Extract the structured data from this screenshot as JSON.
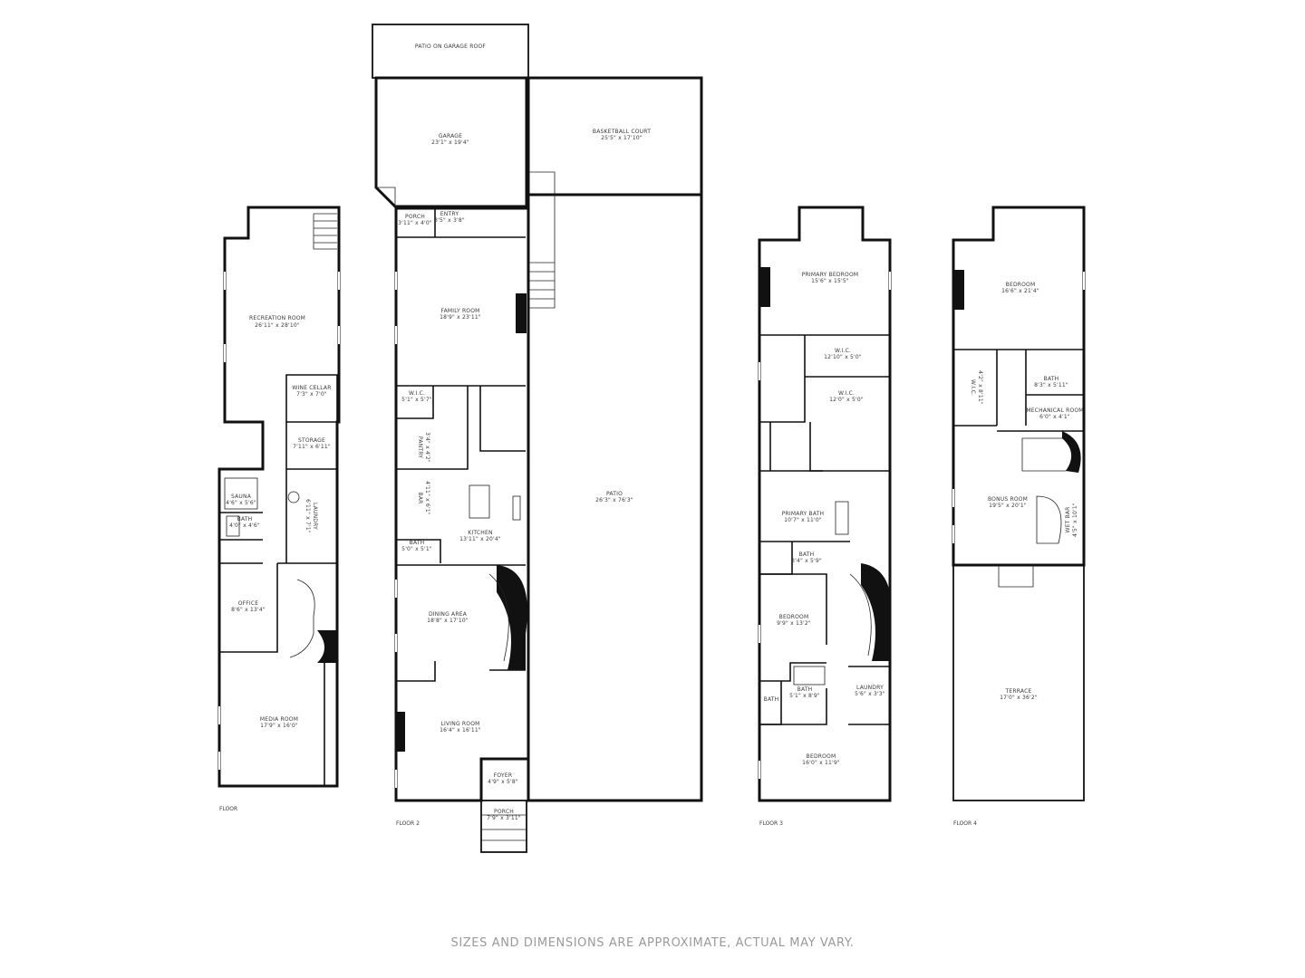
{
  "floors": [
    {
      "label": "FLOOR",
      "rooms": [
        {
          "name": "RECREATION ROOM",
          "dims": "26'11\" x 28'10\""
        },
        {
          "name": "WINE CELLAR",
          "dims": "7'3\" x 7'0\""
        },
        {
          "name": "STORAGE",
          "dims": "7'11\" x 6'11\""
        },
        {
          "name": "SAUNA",
          "dims": "4'6\" x 5'6\""
        },
        {
          "name": "BATH",
          "dims": "4'0\" x 4'6\""
        },
        {
          "name": "LAUNDRY",
          "dims": "6'11\" x 7'1\""
        },
        {
          "name": "OFFICE",
          "dims": "8'6\" x 13'4\""
        },
        {
          "name": "MEDIA ROOM",
          "dims": "17'9\" x 16'0\""
        }
      ]
    },
    {
      "label": "FLOOR 2",
      "rooms": [
        {
          "name": "PATIO ON GARAGE ROOF",
          "dims": ""
        },
        {
          "name": "GARAGE",
          "dims": "23'1\" x 19'4\""
        },
        {
          "name": "BASKETBALL COURT",
          "dims": "25'5\" x 17'10\""
        },
        {
          "name": "PORCH",
          "dims": "3'11\" x 4'0\""
        },
        {
          "name": "ENTRY",
          "dims": "3'5\" x 3'8\""
        },
        {
          "name": "FAMILY ROOM",
          "dims": "18'9\" x 23'11\""
        },
        {
          "name": "W.I.C.",
          "dims": "5'1\" x 5'7\""
        },
        {
          "name": "PANTRY",
          "dims": "3'4\" x 4'2\""
        },
        {
          "name": "KITCHEN",
          "dims": "13'11\" x 20'4\""
        },
        {
          "name": "BAR",
          "dims": "4'11\" x 6'1\""
        },
        {
          "name": "BATH",
          "dims": "5'0\" x 5'1\""
        },
        {
          "name": "PATIO",
          "dims": "26'3\" x 76'3\""
        },
        {
          "name": "DINING AREA",
          "dims": "18'8\" x 17'10\""
        },
        {
          "name": "LIVING ROOM",
          "dims": "16'4\" x 16'11\""
        },
        {
          "name": "FOYER",
          "dims": "4'9\" x 5'8\""
        },
        {
          "name": "PORCH",
          "dims": "7'9\" x 3'11\""
        }
      ]
    },
    {
      "label": "FLOOR 3",
      "rooms": [
        {
          "name": "PRIMARY BEDROOM",
          "dims": "15'6\" x 15'5\""
        },
        {
          "name": "W.I.C.",
          "dims": "12'10\" x 5'0\""
        },
        {
          "name": "W.I.C.",
          "dims": "12'0\" x 5'0\""
        },
        {
          "name": "PRIMARY BATH",
          "dims": "10'7\" x 11'0\""
        },
        {
          "name": "BATH",
          "dims": "3'4\" x 5'9\""
        },
        {
          "name": "BEDROOM",
          "dims": "9'9\" x 13'2\""
        },
        {
          "name": "BATH",
          "dims": "5'1\" x 8'9\""
        },
        {
          "name": "BATH",
          "dims": ""
        },
        {
          "name": "LAUNDRY",
          "dims": "5'6\" x 3'3\""
        },
        {
          "name": "BEDROOM",
          "dims": "16'0\" x 11'9\""
        }
      ]
    },
    {
      "label": "FLOOR 4",
      "rooms": [
        {
          "name": "BEDROOM",
          "dims": "16'6\" x 21'4\""
        },
        {
          "name": "W.I.C.",
          "dims": "4'2\" x 8'11\""
        },
        {
          "name": "BATH",
          "dims": "8'3\" x 5'11\""
        },
        {
          "name": "MECHANICAL ROOM",
          "dims": "6'0\" x 4'1\""
        },
        {
          "name": "BONUS ROOM",
          "dims": "19'5\" x 20'1\""
        },
        {
          "name": "WET BAR",
          "dims": "4'5\" x 10'1\""
        },
        {
          "name": "TERRACE",
          "dims": "17'0\" x 36'2\""
        }
      ]
    }
  ],
  "disclaimer": "SIZES AND DIMENSIONS ARE APPROXIMATE, ACTUAL MAY VARY."
}
